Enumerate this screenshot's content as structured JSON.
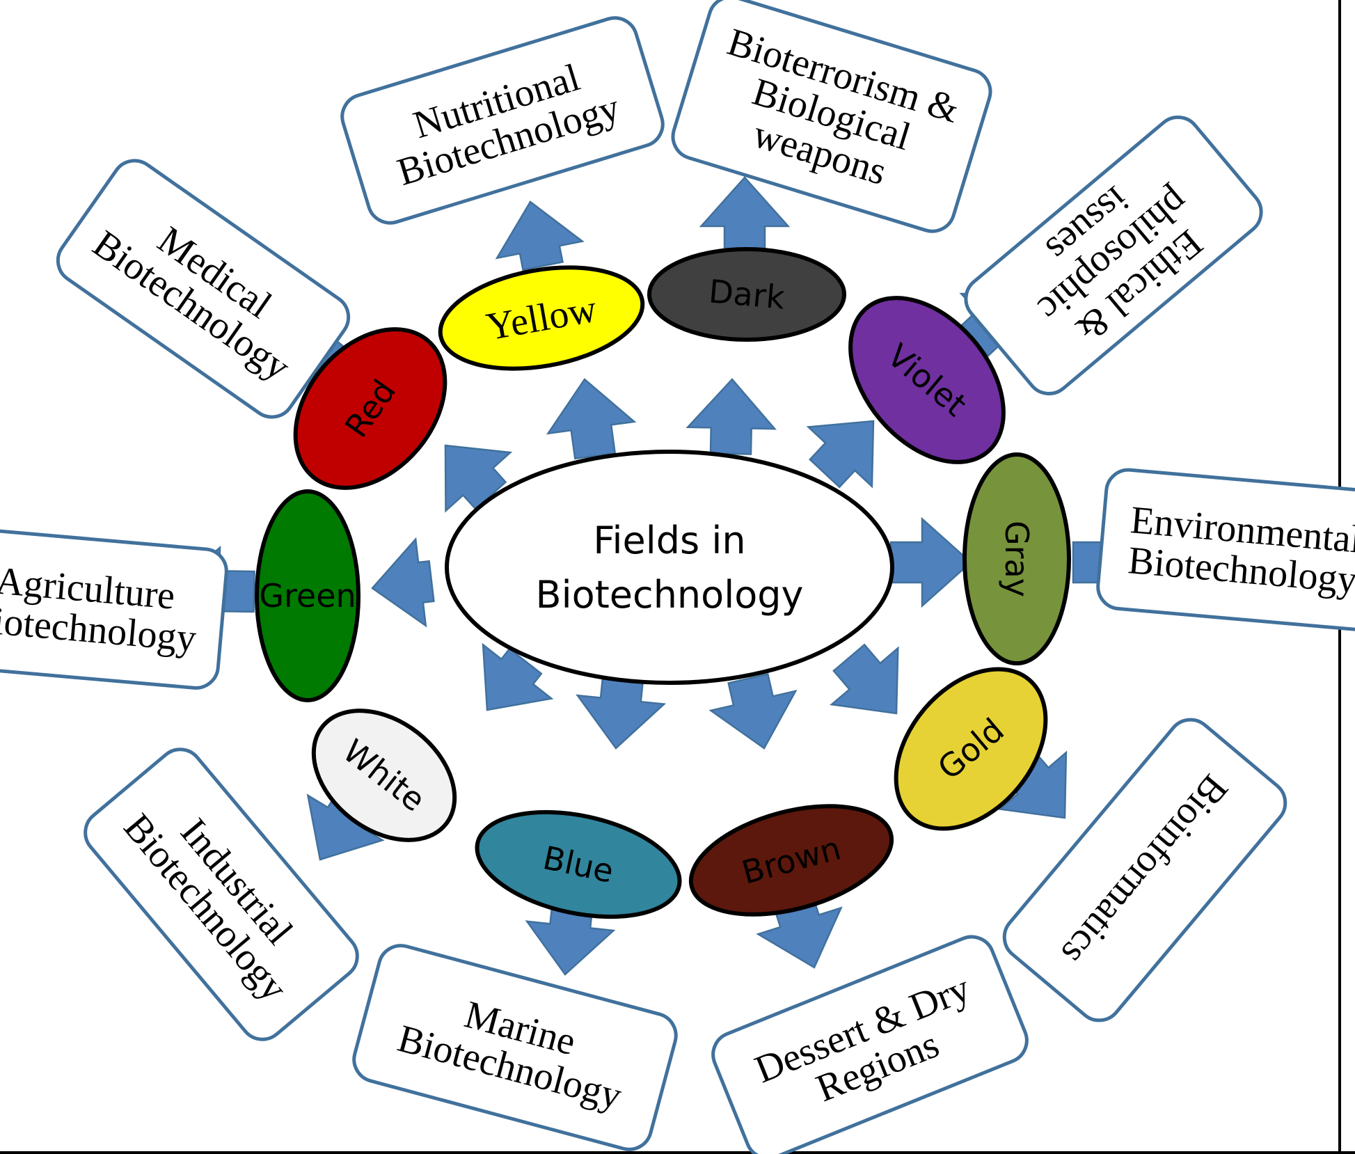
{
  "diagram": {
    "center": {
      "label_line1": "Fields in",
      "label_line2": "Biotechnology"
    },
    "colors": {
      "arrow": "#4f81bd",
      "arrow_stroke": "#41719c",
      "box_stroke": "#41719c"
    },
    "branches": [
      {
        "id": "green",
        "color_label": "Green",
        "fill": "#007a00",
        "field": [
          "Agriculture",
          "Biotechnology"
        ]
      },
      {
        "id": "red",
        "color_label": "Red",
        "fill": "#c00000",
        "field": [
          "Medical",
          "Biotechnology"
        ]
      },
      {
        "id": "yellow",
        "color_label": "Yellow",
        "fill": "#ffff00",
        "field": [
          "Nutritional",
          "Biotechnology"
        ]
      },
      {
        "id": "dark",
        "color_label": "Dark",
        "fill": "#404040",
        "field": [
          "Bioterrorism &",
          "Biological",
          "weapons"
        ]
      },
      {
        "id": "violet",
        "color_label": "Violet",
        "fill": "#7030a0",
        "field": [
          "Ethical &",
          "philosophic",
          "issues"
        ]
      },
      {
        "id": "gray",
        "color_label": "Gray",
        "fill": "#77933c",
        "field": [
          "Environmental",
          "Biotechnology"
        ]
      },
      {
        "id": "gold",
        "color_label": "Gold",
        "fill": "#e6d234",
        "field": [
          "Bioinformatics"
        ]
      },
      {
        "id": "brown",
        "color_label": "Brown",
        "fill": "#5c180c",
        "field": [
          "Dessert & Dry",
          "Regions"
        ]
      },
      {
        "id": "blue",
        "color_label": "Blue",
        "fill": "#31859c",
        "field": [
          "Marine",
          "Biotechnology"
        ]
      },
      {
        "id": "white",
        "color_label": "White",
        "fill": "#f2f2f2",
        "field": [
          "Industrial",
          "Biotechnology"
        ]
      }
    ]
  }
}
